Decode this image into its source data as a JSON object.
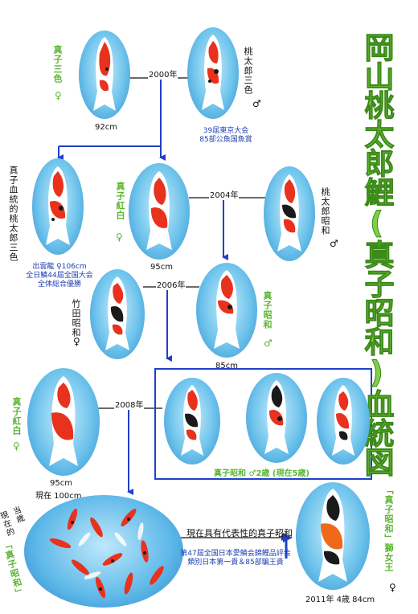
{
  "title": "岡山桃太郎鯉(真子昭和)血統図",
  "gen1": {
    "dam_label": "真子三色",
    "dam_sex": "♀",
    "dam_size": "92cm",
    "year": "2000年",
    "sire_label": "桃太郎三色",
    "sire_sex": "♂",
    "sire_award_1": "39屆東京大会",
    "sire_award_2": "85部公魚国魚賞"
  },
  "gen2": {
    "left_label": "真子血統的桃太郎三色",
    "left_award_1": "出雲龍 ♀106cm",
    "left_award_2": "全日鱗44屆全国大会",
    "left_award_3": "全体総合優勝",
    "mid_label": "真子紅白",
    "mid_sex": "♀",
    "mid_size": "95cm",
    "year": "2004年",
    "sire_label": "桃太郎昭和",
    "sire_sex": "♂"
  },
  "gen3": {
    "year": "2006年",
    "dam_label": "竹田昭和",
    "dam_sex": "♀",
    "sire_label": "真子昭和",
    "sire_sex": "♂",
    "sire_size": "85cm"
  },
  "gen4": {
    "left_label": "真子紅白",
    "left_sex": "♀",
    "year": "2008年",
    "size_1": "95cm",
    "size_2": "現在 100cm",
    "box_caption": "真子昭和 ♂2歳 (現在5歳)"
  },
  "bottom": {
    "oval_label_1": "現在的",
    "oval_label_2": "当歳",
    "oval_label_3": "「真子昭和」",
    "headline": "現在具有代表性的真子昭和",
    "award_1": "第47屆全国日本愛鱗会錦鯉品評会",
    "award_2": "類別日本第一貴＆85部騙王貴",
    "champion_label": "「真子昭和」獅女王",
    "champion_sex": "♀",
    "champion_caption": "2011年 4歳 84cm"
  },
  "colors": {
    "title_fill": "#7fd044",
    "green_label": "#5cb531",
    "blue_text": "#1f3fb0",
    "arrow_blue": "#2040c8",
    "koi_red": "#e8321e",
    "koi_black": "#1a1a1a",
    "water": "#6fc4ec"
  }
}
